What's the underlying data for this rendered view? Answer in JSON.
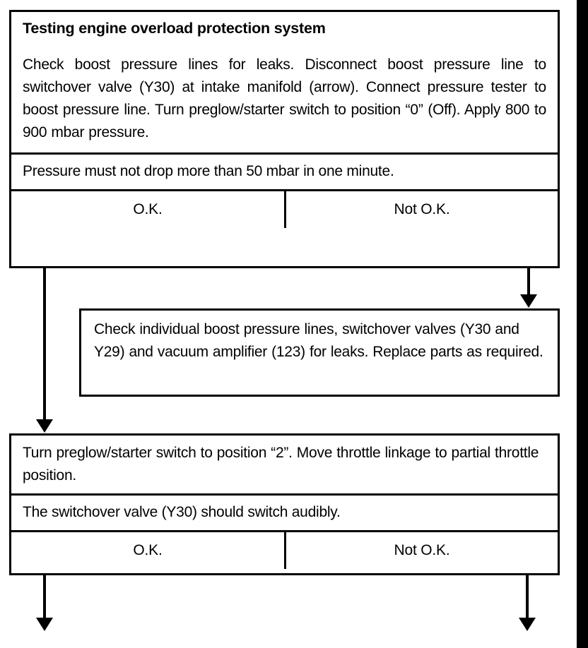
{
  "diagram": {
    "type": "troubleshooting-flowchart",
    "title": "Testing engine overload protection system",
    "steps": [
      {
        "id": "step-1",
        "title": "Testing engine overload protection system",
        "instruction": "Check boost pressure lines for leaks.  Disconnect boost pressure line to switchover valve (Y30) at intake manifold (arrow).  Connect pressure tester to boost pressure line.  Turn preglow/starter switch to position “0” (Off).  Apply 800 to 900 mbar pressure.",
        "criterion": "Pressure must not drop more than 50 mbar in one minute.",
        "results": {
          "ok_label": "O.K.",
          "not_ok_label": "Not O.K."
        }
      },
      {
        "id": "step-2",
        "instruction": "Check individual boost pressure lines, switchover valves (Y30 and Y29) and vacuum amplifier (123) for leaks.  Replace parts as required."
      },
      {
        "id": "step-3",
        "instruction": "Turn preglow/starter switch to position “2”.  Move throttle linkage to partial throttle position.",
        "criterion": "The switchover valve (Y30) should switch audibly.",
        "results": {
          "ok_label": "O.K.",
          "not_ok_label": "Not O.K."
        }
      }
    ],
    "connectors": [
      {
        "id": "connector-step1-ok-to-step3",
        "from": "step-1.ok",
        "to": "step-3",
        "direction": "down"
      },
      {
        "id": "connector-step1-notok-to-step2",
        "from": "step-1.not_ok",
        "to": "step-2",
        "direction": "down"
      },
      {
        "id": "connector-step3-ok-continues",
        "from": "step-3.ok",
        "to": "offpage",
        "direction": "down"
      },
      {
        "id": "connector-step3-notok-continues",
        "from": "step-3.not_ok",
        "to": "offpage",
        "direction": "down"
      }
    ],
    "colors": {
      "ink": "#000000",
      "paper": "#ffffff"
    }
  }
}
